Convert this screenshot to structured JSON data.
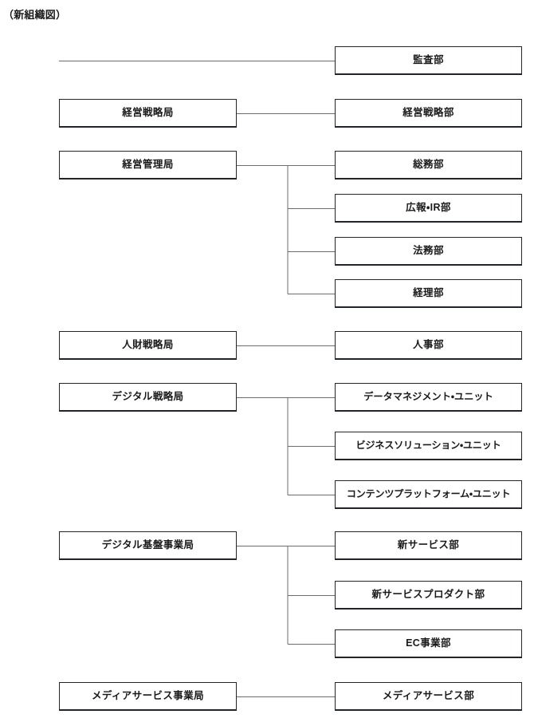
{
  "page": {
    "title": "（新組織図）",
    "colors": {
      "box_border": "#22242a",
      "connector": "#6d6d6d",
      "text": "#1a1a1a",
      "background": "#ffffff"
    }
  },
  "chart_data": {
    "type": "diagram",
    "title": "（新組織図）",
    "diagram_kind": "organization-chart",
    "orientation": "left-to-right",
    "columns": [
      "bureau",
      "department"
    ],
    "groups": [
      {
        "id": "audit",
        "bureau": null,
        "bureau_present": false,
        "children": [
          "監査部"
        ]
      },
      {
        "id": "management-strategy",
        "bureau": "経営戦略局",
        "bureau_present": true,
        "children": [
          "経営戦略部"
        ]
      },
      {
        "id": "management-administration",
        "bureau": "経営管理局",
        "bureau_present": true,
        "children": [
          "総務部",
          "広報・IR部",
          "法務部",
          "経理部"
        ]
      },
      {
        "id": "human-capital-strategy",
        "bureau": "人財戦略局",
        "bureau_present": true,
        "children": [
          "人事部"
        ]
      },
      {
        "id": "digital-strategy",
        "bureau": "デジタル戦略局",
        "bureau_present": true,
        "children": [
          "データマネジメント・ユニット",
          "ビジネスソリューション・ユニット",
          "コンテンツプラットフォーム・ユニット"
        ]
      },
      {
        "id": "digital-infrastructure-business",
        "bureau": "デジタル基盤事業局",
        "bureau_present": true,
        "children": [
          "新サービス部",
          "新サービスプロダクト部",
          "EC事業部"
        ]
      },
      {
        "id": "media-service-business",
        "bureau": "メディアサービス事業局",
        "bureau_present": true,
        "children": [
          "メディアサービス部"
        ]
      }
    ]
  },
  "nodes": {
    "audit_dept": "監査部",
    "mgmt_strategy_bureau": "経営戦略局",
    "mgmt_strategy_dept": "経営戦略部",
    "mgmt_admin_bureau": "経営管理局",
    "general_affairs_dept": "総務部",
    "pr_ir_dept": "広報・IR部",
    "legal_dept": "法務部",
    "accounting_dept": "経理部",
    "hr_strategy_bureau": "人財戦略局",
    "hr_dept": "人事部",
    "digital_strategy_bureau": "デジタル戦略局",
    "data_management_unit": "データマネジメント・ユニット",
    "business_solution_unit": "ビジネスソリューション・ユニット",
    "content_platform_unit": "コンテンツプラットフォーム・ユニット",
    "digital_infra_bureau": "デジタル基盤事業局",
    "new_service_dept": "新サービス部",
    "new_service_product_dept": "新サービスプロダクト部",
    "ec_business_dept": "EC事業部",
    "media_service_bureau": "メディアサービス事業局",
    "media_service_dept": "メディアサービス部"
  }
}
